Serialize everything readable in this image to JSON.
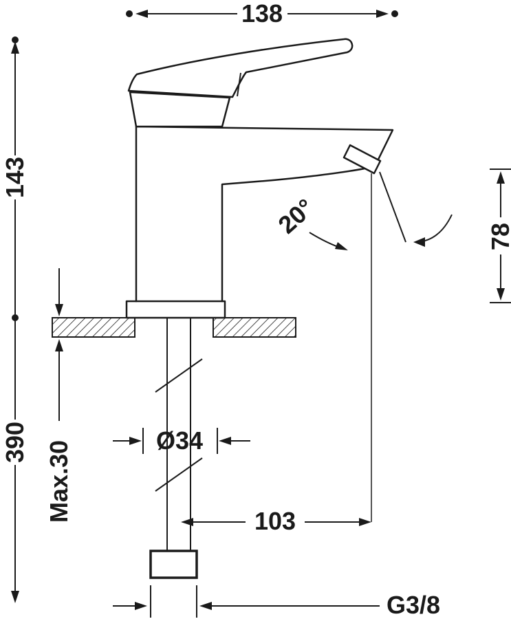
{
  "colors": {
    "line": "#1a1a1a",
    "background": "#ffffff"
  },
  "dims": {
    "overall_width": "138",
    "height_above_deck": "143",
    "hose_length_below": "390",
    "max_deck_thickness": "Max.30",
    "hole_diameter": "Ø34",
    "spout_projection": "103",
    "outlet_height": "78",
    "outlet_angle": "20°",
    "thread_size": "G3/8"
  }
}
